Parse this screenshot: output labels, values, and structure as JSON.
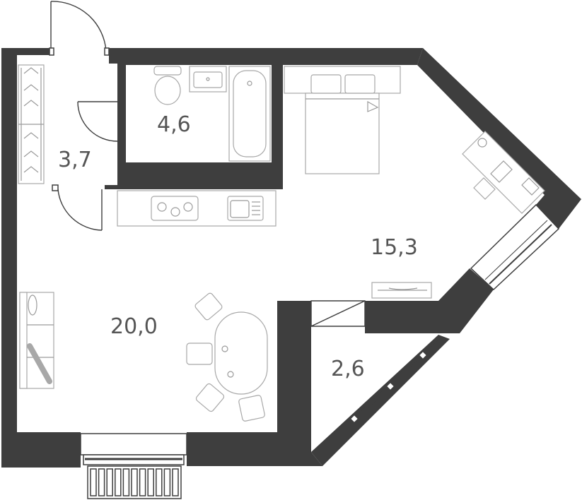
{
  "rooms": [
    {
      "key": "hallway",
      "area": "3,7"
    },
    {
      "key": "bathroom",
      "area": "4,6"
    },
    {
      "key": "bedroom",
      "area": "15,3"
    },
    {
      "key": "living",
      "area": "20,0"
    },
    {
      "key": "balcony",
      "area": "2,6"
    }
  ],
  "colors": {
    "wall": "#3e3e3e",
    "label": "#555555",
    "furniture_stroke": "#a8a8a8",
    "background": "#ffffff"
  }
}
